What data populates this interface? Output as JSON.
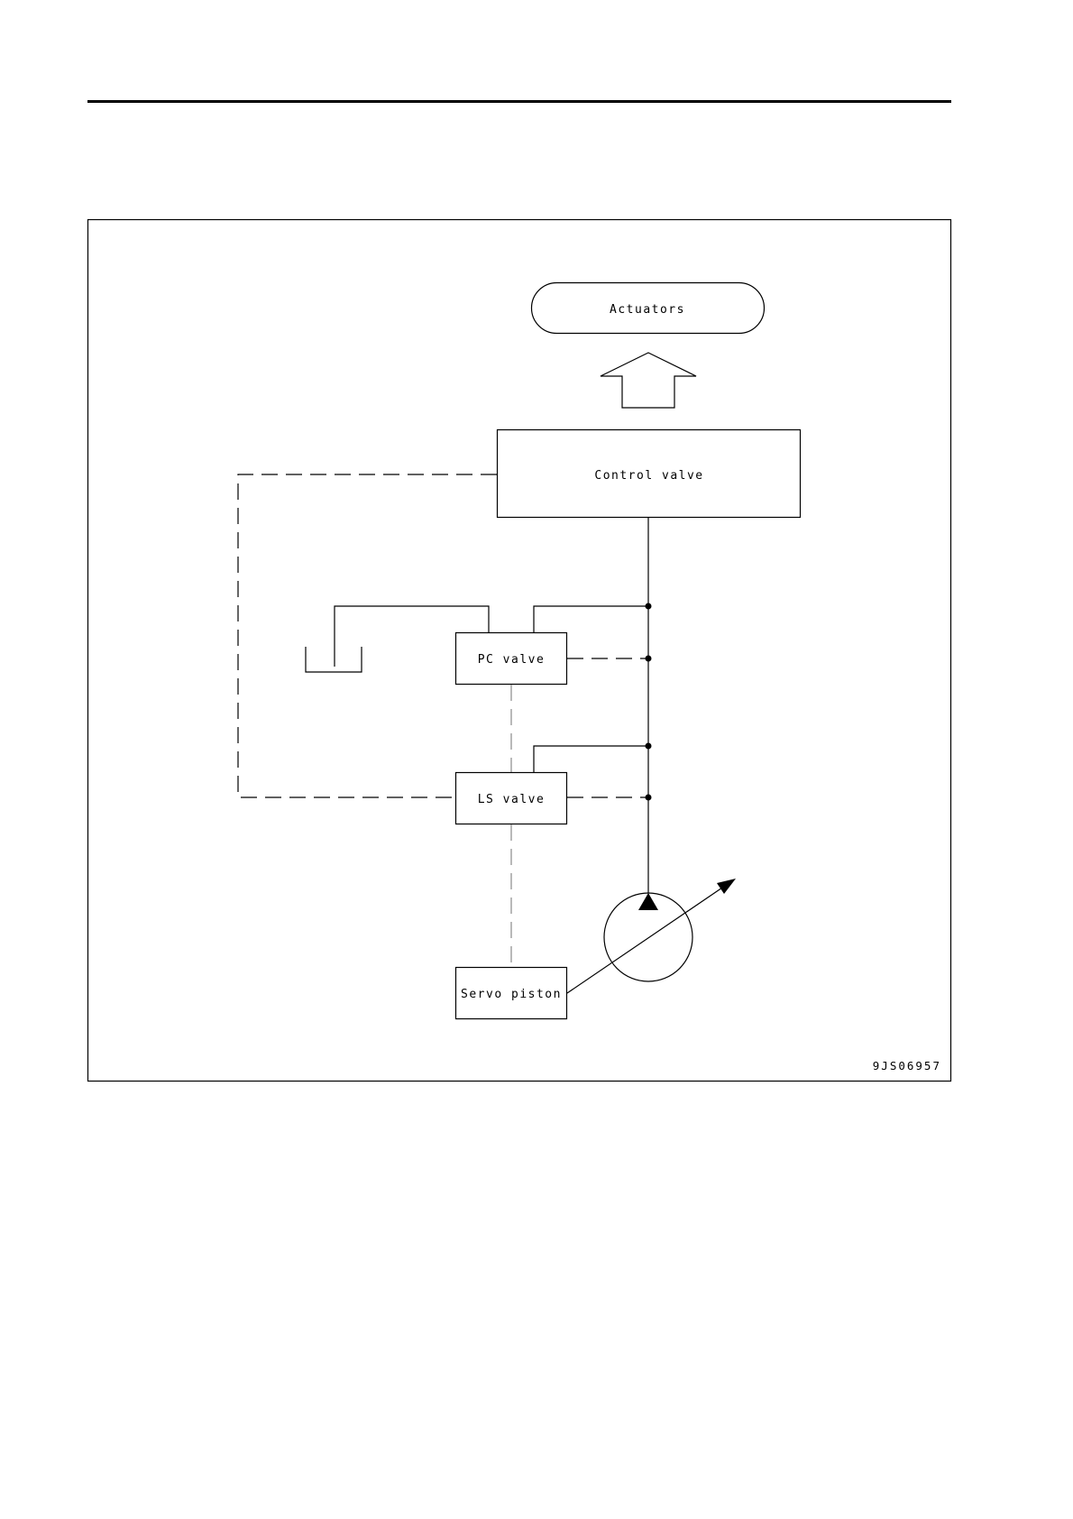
{
  "diagram": {
    "actuators_label": "Actuators",
    "control_valve_label": "Control valve",
    "pc_valve_label": "PC valve",
    "ls_valve_label": "LS valve",
    "servo_piston_label": "Servo piston",
    "figure_id": "9JS06957"
  }
}
